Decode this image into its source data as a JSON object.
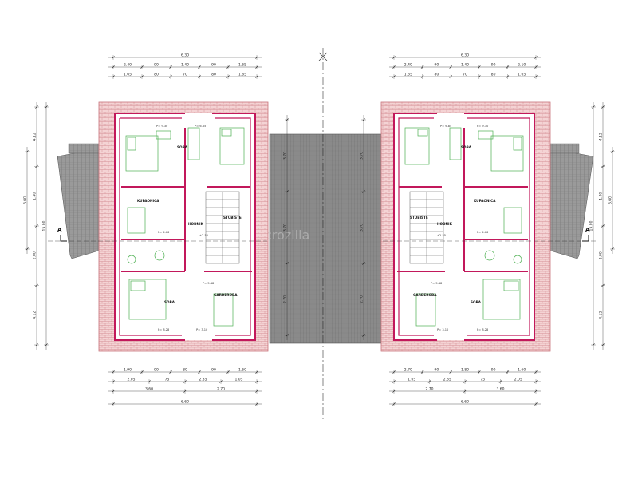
{
  "colors": {
    "brick_fill": "#f1c2c4",
    "brick_line": "#c8737a",
    "wall": "#c2185b",
    "furniture": "#4caf50",
    "roof": "#808080",
    "dim_line": "#333333"
  },
  "left_unit": {
    "top_dims": {
      "row1": [
        "6.30"
      ],
      "row2": [
        "2.40",
        "90",
        "1.40",
        "90",
        "1.65"
      ],
      "row3": [
        "1.65",
        "80",
        "70",
        "80",
        "1.65"
      ]
    },
    "bottom_dims": {
      "row1": [
        "1.90",
        "90",
        "80",
        "90",
        "1.60"
      ],
      "row2": [
        "2.05",
        "75",
        "2.35",
        "1.05"
      ],
      "row3": [
        "3.60",
        "2.70"
      ],
      "row4": [
        "6.60"
      ]
    },
    "left_dims": [
      "4.12",
      "1.40",
      "2.00",
      "4.12",
      "15.00",
      "6.60"
    ],
    "rooms": {
      "bedroom_top": "SOBA",
      "bathroom": "KUPAONICA",
      "hallway": "HODNIK",
      "stair": "STUBIŠTE",
      "bedroom_bottom": "SOBA",
      "wardrobe": "GARDEROBA"
    },
    "small_labels": [
      "P= 9.30",
      "P= 6.85",
      "P= 4.66",
      "P= 8.28",
      "P= 3.10",
      "P= 5.48"
    ],
    "section_mark": "A",
    "level_mark": "+2.55"
  },
  "right_unit": {
    "top_dims": {
      "row1": [
        "6.30"
      ],
      "row2": [
        "2.40",
        "90",
        "1.40",
        "90",
        "2.10"
      ],
      "row3": [
        "1.65",
        "80",
        "70",
        "80",
        "1.65"
      ]
    },
    "bottom_dims": {
      "row1": [
        "2.70",
        "90",
        "1.80",
        "90",
        "1.60"
      ],
      "row2": [
        "1.05",
        "2.35",
        "75",
        "2.05"
      ],
      "row3": [
        "2.70",
        "3.60"
      ],
      "row4": [
        "6.60"
      ]
    },
    "right_dims": [
      "4.12",
      "1.40",
      "2.00",
      "4.12",
      "15.00",
      "6.60"
    ],
    "rooms": {
      "bedroom_top": "SOBA",
      "bathroom": "KUPAONICA",
      "hallway": "HODNIK",
      "stair": "STUBIŠTE",
      "bedroom_bottom": "SOBA",
      "wardrobe": "GARDEROBA"
    },
    "small_labels": [
      "P= 9.30",
      "P= 6.85",
      "P= 4.66",
      "P= 8.28",
      "P= 3.10",
      "P= 5.48"
    ],
    "section_mark": "A",
    "level_mark": "+2.55"
  },
  "center_dims": [
    "3.70",
    "3.70",
    "2.70",
    "3.70",
    "3.70",
    "2.70"
  ],
  "watermark": "crozilla"
}
